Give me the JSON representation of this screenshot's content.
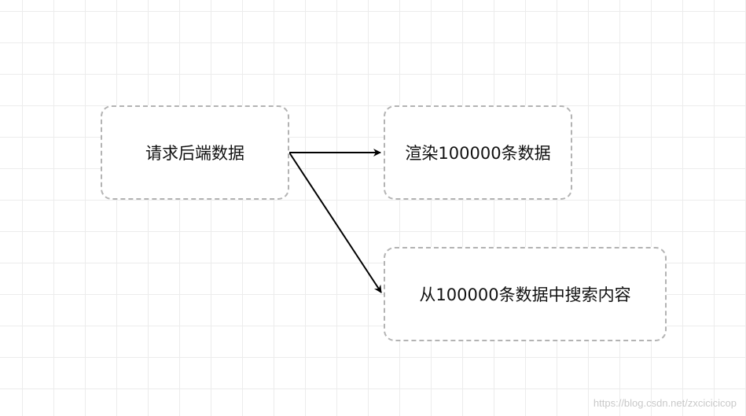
{
  "nodes": [
    {
      "id": "n1",
      "label": "请求后端数据"
    },
    {
      "id": "n2",
      "label": "渲染100000条数据"
    },
    {
      "id": "n3",
      "label": "从100000条数据中搜索内容"
    }
  ],
  "edges": [
    {
      "from": "n1",
      "to": "n2"
    },
    {
      "from": "n1",
      "to": "n3"
    }
  ],
  "watermark": "https://blog.csdn.net/zxcicicicop",
  "colors": {
    "grid": "#ececec",
    "node_border": "#b3b3b3",
    "arrow": "#000000",
    "text": "#111111"
  }
}
